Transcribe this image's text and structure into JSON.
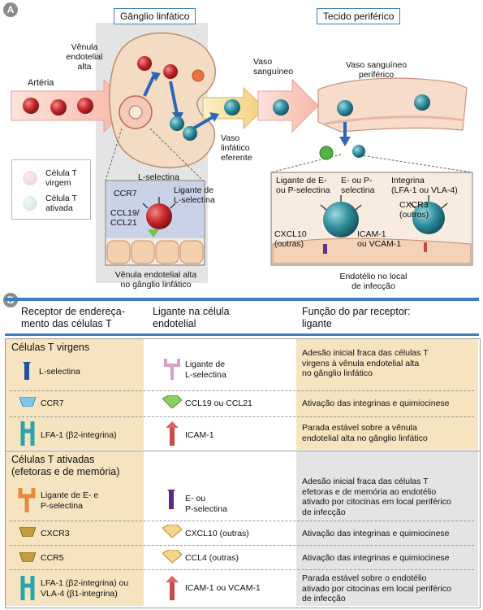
{
  "panel_a": {
    "badge": "A",
    "titles": {
      "lymph_node": "Gânglio linfático",
      "peripheral": "Tecido periférico"
    },
    "labels": {
      "artery": "Artéria",
      "hev_line1": "Vênula",
      "hev_line2": "endotelial",
      "hev_line3": "alta",
      "vessel1": "Vaso",
      "vessel2": "sanguíneo",
      "pvessel1": "Vaso sanguíneo",
      "pvessel2": "periférico",
      "efferent1": "Vaso",
      "efferent2": "linfático",
      "efferent3": "eferente",
      "legend_naive1": "Célula T",
      "legend_naive2": "virgem",
      "legend_act1": "Célula T",
      "legend_act2": "ativada",
      "l_selectin": "L-selectina",
      "ccr7": "CCR7",
      "ccl_1": "CCL19/",
      "ccl_2": "CCL21",
      "lsel_lig1": "Ligante de",
      "lsel_lig2": "L-selectina",
      "hev_caption1": "Vênula endotelial alta",
      "hev_caption2": "no gânglio linfático",
      "ep_lig1": "Ligante de E-",
      "ep_lig2": "ou P-selectina",
      "ep_sel1": "E- ou P-",
      "ep_sel2": "selectina",
      "integrin1": "Integrina",
      "integrin2": "(LFA-1 ou VLA-4)",
      "cxcr3_1": "CXCR3",
      "cxcr3_2": "(outros)",
      "cxcl10_1": "CXCL10",
      "cxcl10_2": "(outras)",
      "icam1": "ICAM-1",
      "icam2": "ou VCAM-1",
      "endo_caption1": "Endotélio no local",
      "endo_caption2": "de infecção"
    }
  },
  "panel_b": {
    "badge": "B",
    "headers": {
      "col1": [
        "Receptor de endereça-",
        "mento das células T"
      ],
      "col2": [
        "Ligante na célula",
        "endotelial"
      ],
      "col3": [
        "Função do par receptor:",
        "ligante"
      ]
    },
    "naive": {
      "title": "Células T virgens",
      "rows": [
        {
          "receptor": "L-selectina",
          "ligand": [
            "Ligante de",
            "L-selectina"
          ],
          "function": [
            "Adesão inicial fraca das células T",
            "virgens à vênula endotelial alta",
            "no gânglio linfático"
          ]
        },
        {
          "receptor": "CCR7",
          "ligand": [
            "CCL19 ou CCL21"
          ],
          "function": [
            "Ativação das integrinas e quimiocinese"
          ]
        },
        {
          "receptor": "LFA-1 (β2-integrina)",
          "ligand": [
            "ICAM-1"
          ],
          "function": [
            "Parada estável sobre a vênula",
            "endotelial alta no gânglio linfático"
          ]
        }
      ]
    },
    "activated": {
      "title": [
        "Células T ativadas",
        "(efetoras e de memória)"
      ],
      "rows": [
        {
          "receptor": [
            "Ligante de E- e",
            "P-selectina"
          ],
          "ligand": [
            "E- ou",
            "P-selectina"
          ],
          "function": [
            "Adesão inicial fraca das células T",
            "efetoras e de memória ao endotélio",
            "ativado por citocinas em local periférico",
            "de infecção"
          ]
        },
        {
          "receptor": [
            "CXCR3"
          ],
          "ligand": [
            "CXCL10 (outras)"
          ],
          "function": [
            "Ativação das integrinas e quimiocinese"
          ]
        },
        {
          "receptor": [
            "CCR5"
          ],
          "ligand": [
            "CCL4 (outras)"
          ],
          "function": [
            "Ativação das integrinas e quimiocinese"
          ]
        },
        {
          "receptor": [
            "LFA-1 (β2-integrina) ou",
            "VLA-4 (β1-integrina)"
          ],
          "ligand": [
            "ICAM-1 ou VCAM-1"
          ],
          "function": [
            "Parada estável sobre o endotélio",
            "ativado por citocinas em local periférico",
            "de infecção"
          ]
        }
      ]
    }
  },
  "colors": {
    "naive_cell": "#c4252a",
    "activated_cell": "#2c8a9a",
    "rule_blue": "#3a7fc0",
    "naive_bg": "#f6e3bf",
    "activated_bg": "#e4e4e4",
    "lymph_node": "#f4dcc4",
    "box_bg": "#f5ece0"
  }
}
